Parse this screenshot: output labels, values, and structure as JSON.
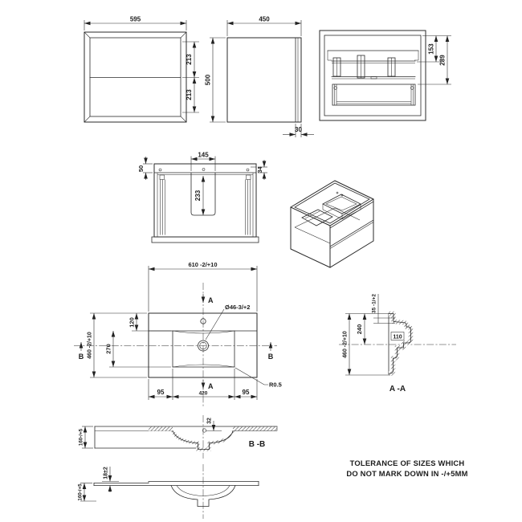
{
  "views": {
    "front": {
      "dims": {
        "width": "595",
        "drawer_top": "213",
        "drawer_bottom": "213"
      }
    },
    "side": {
      "dims": {
        "depth": "450",
        "height": "500",
        "back_panel": "30"
      }
    },
    "back": {
      "dims": {
        "top_to_rail": "153",
        "top_to_drawer": "289"
      }
    },
    "top": {
      "dims": {
        "cutout_width": "145",
        "back_edge": "50",
        "cutout_depth": "233",
        "rail_offset": "34"
      }
    },
    "basin_plan": {
      "dims": {
        "width": "610 -2/+10",
        "depth": "460 -2/+10",
        "tap_offset": "120",
        "bowl_depth": "270",
        "margin_left": "95",
        "bowl_width": "420",
        "margin_right": "95",
        "tap_hole_dia": "Ø46-3/+2",
        "corner_radius": "R0.5"
      },
      "markers": {
        "a_top": "A",
        "a_bottom": "A",
        "b_left": "B",
        "b_right": "B"
      }
    },
    "section_aa": {
      "label": "A -A",
      "dims": {
        "depth": "460 -2/+10",
        "back_ledge": "240",
        "front_lip": "35 -1/+2",
        "bowl_inner": "110"
      }
    },
    "section_bb": {
      "label": "B -B",
      "dims": {
        "height": "160-/+5",
        "tap_hole_offset": "32"
      }
    },
    "side_profile": {
      "dims": {
        "edge_thickness": "18±2",
        "height": "160-/+5"
      }
    }
  },
  "note": {
    "line1": "TOLERANCE OF SIZES WHICH",
    "line2": "DO NOT MARK DOWN IN -/+5MM"
  }
}
